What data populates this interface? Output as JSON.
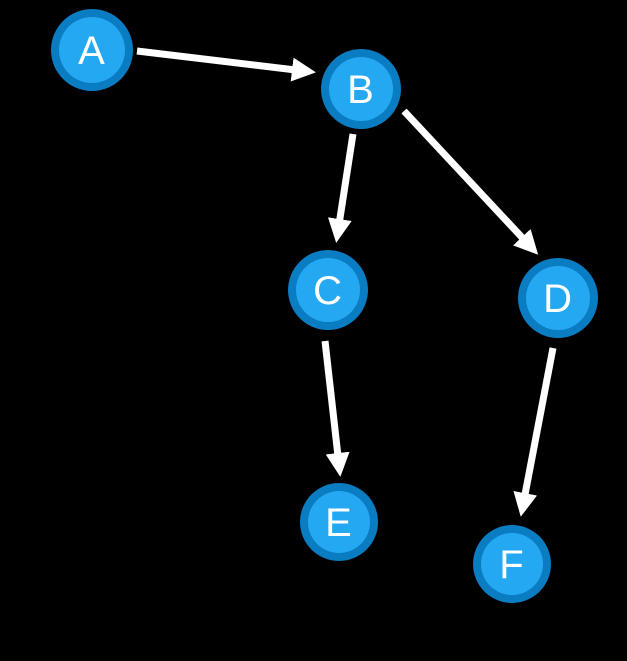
{
  "graph": {
    "type": "directed-graph",
    "background": "#000000",
    "colors": {
      "node_ring": "#0a7cc2",
      "node_fill": "#25a8f2",
      "node_label": "#ffffff",
      "edge": "#ffffff"
    },
    "nodes": [
      {
        "id": "A",
        "label": "A"
      },
      {
        "id": "B",
        "label": "B"
      },
      {
        "id": "C",
        "label": "C"
      },
      {
        "id": "D",
        "label": "D"
      },
      {
        "id": "E",
        "label": "E"
      },
      {
        "id": "F",
        "label": "F"
      }
    ],
    "edges": [
      {
        "from": "A",
        "to": "B"
      },
      {
        "from": "B",
        "to": "C"
      },
      {
        "from": "B",
        "to": "D"
      },
      {
        "from": "C",
        "to": "E"
      },
      {
        "from": "D",
        "to": "F"
      }
    ]
  }
}
